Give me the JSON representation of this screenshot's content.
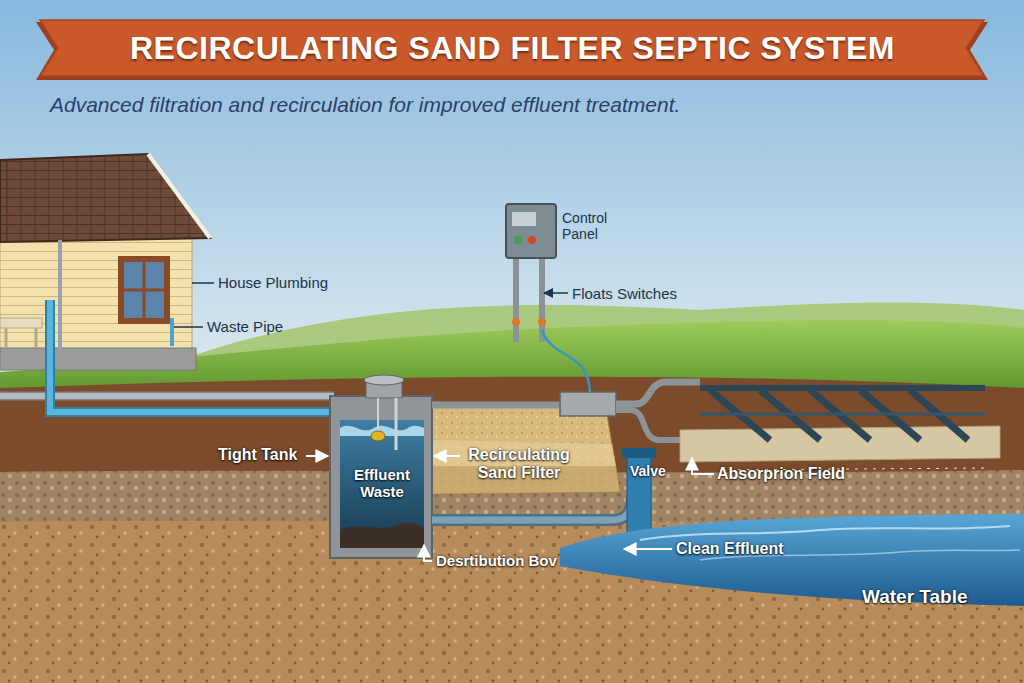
{
  "diagram": {
    "title": "RECIRCULATING SAND FILTER SEPTIC SYSTEM",
    "caption": "Advanced filtration and recirculation for improved effluent treatment.",
    "labels": [
      "House Plumbing",
      "Waste Pipe",
      "Control Panel",
      "Floats Switches",
      "Tight Tank",
      "Recirculating Sand Filter",
      "Effluent Waste",
      "Valve",
      "Absorprion Field",
      "Clean Effluent",
      "Desrtibution Bov",
      "Water Table"
    ]
  }
}
